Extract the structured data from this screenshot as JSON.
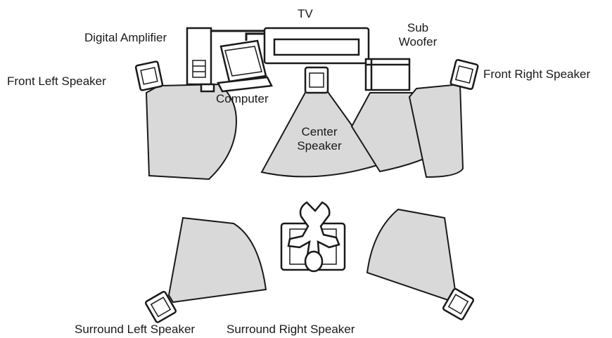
{
  "labels": {
    "tv": "TV",
    "sub_line1": "Sub",
    "sub_line2": "Woofer",
    "digital_amplifier": "Digital Amplifier",
    "front_left": "Front Left Speaker",
    "front_right": "Front Right Speaker",
    "computer": "Computer",
    "center_line1": "Center",
    "center_line2": "Speaker",
    "surround_left": "Surround Left Speaker",
    "surround_right": "Surround Right Speaker"
  },
  "colors": {
    "cone_fill": "#d9d9d9",
    "stroke": "#1a1a1a",
    "background": "#ffffff"
  }
}
